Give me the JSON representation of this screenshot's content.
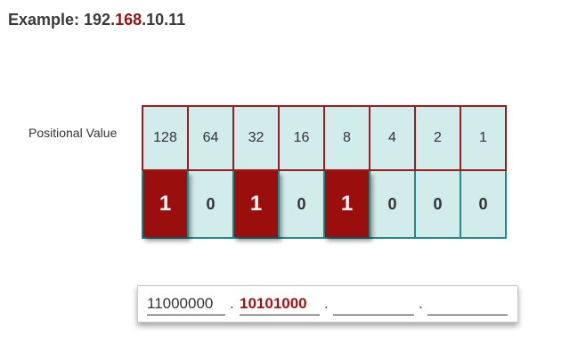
{
  "header": {
    "prefix": "Example: 192.",
    "highlight": "168",
    "suffix": ".10.11"
  },
  "positional_label": "Positional Value",
  "positional_values": [
    "128",
    "64",
    "32",
    "16",
    "8",
    "4",
    "2",
    "1"
  ],
  "bits": [
    "1",
    "0",
    "1",
    "0",
    "1",
    "0",
    "0",
    "0"
  ],
  "highlighted_bits": [
    true,
    false,
    true,
    false,
    true,
    false,
    false,
    false
  ],
  "result": {
    "octets": [
      "11000000",
      "10101000",
      "",
      ""
    ],
    "separator": "."
  },
  "colors": {
    "highlight_red": "#9b0e0e",
    "cell_fill": "#d2ebeb",
    "top_border": "#9b1c1c",
    "bottom_border": "#1f8a8a"
  }
}
